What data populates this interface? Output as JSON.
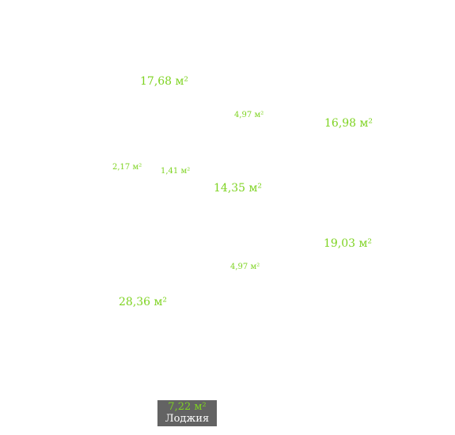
{
  "rooms": [
    {
      "area": "17,68 м²"
    },
    {
      "area": "4,97 м²"
    },
    {
      "area": "16,98 м²"
    },
    {
      "area": "2,17 м²"
    },
    {
      "area": "1,41 м²"
    },
    {
      "area": "14,35 м²"
    },
    {
      "area": "19,03 м²"
    },
    {
      "area": "4,97 м²"
    },
    {
      "area": "28,36 м²"
    }
  ],
  "loggia": {
    "area": "7,22 м²",
    "label": "Лоджия"
  },
  "colors": {
    "area_text": "#7ed321",
    "loggia_bg": "#636363",
    "loggia_label": "#ffffff"
  }
}
